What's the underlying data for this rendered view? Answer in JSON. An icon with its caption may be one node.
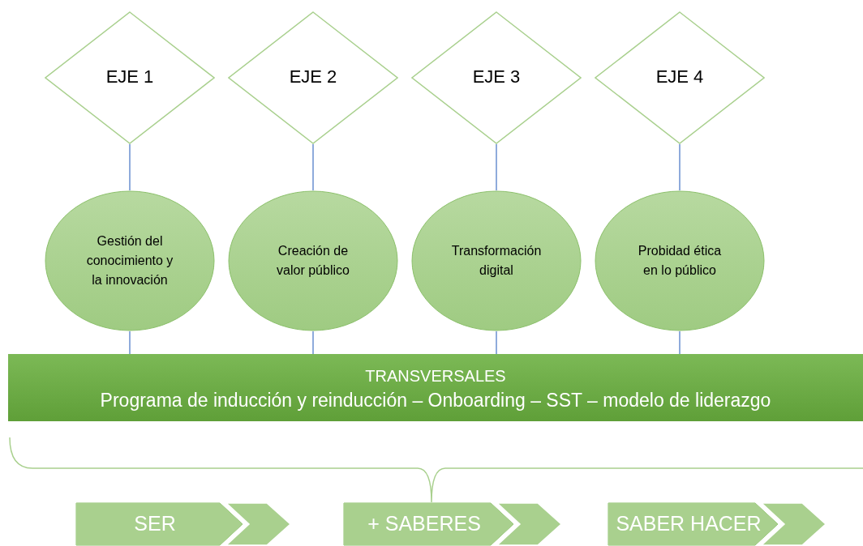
{
  "diagram": {
    "nodes": [
      {
        "text": [
          "EJE 1"
        ]
      },
      {
        "text": [
          "EJE 2"
        ]
      },
      {
        "text": [
          "EJE 3"
        ]
      },
      {
        "text": [
          "EJE 4"
        ]
      },
      {
        "text": [
          "Gestión del conocimiento y la innovación"
        ]
      },
      {
        "text": [
          "Creación de valor público"
        ]
      },
      {
        "text": [
          "Transformación digital"
        ]
      },
      {
        "text": [
          "Probidad ética en lo público"
        ]
      },
      {
        "text": [
          "TRANSVERSALES",
          "Programa de inducción y reinducción – Onboarding – SST – modelo de liderazgo"
        ]
      },
      {
        "text": [
          "SER"
        ]
      },
      {
        "text": [
          "+ SABERES"
        ]
      },
      {
        "text": [
          "SABER HACER"
        ]
      }
    ],
    "edges": [
      {
        "from": 0,
        "to": 4,
        "arrow": "none"
      },
      {
        "from": 1,
        "to": 5,
        "arrow": "none"
      },
      {
        "from": 2,
        "to": 6,
        "arrow": "none"
      },
      {
        "from": 3,
        "to": 7,
        "arrow": "none"
      },
      {
        "from": 4,
        "to": 8,
        "arrow": "none"
      },
      {
        "from": 5,
        "to": 8,
        "arrow": "none"
      },
      {
        "from": 6,
        "to": 8,
        "arrow": "none"
      },
      {
        "from": 7,
        "to": 8,
        "arrow": "none"
      }
    ]
  }
}
